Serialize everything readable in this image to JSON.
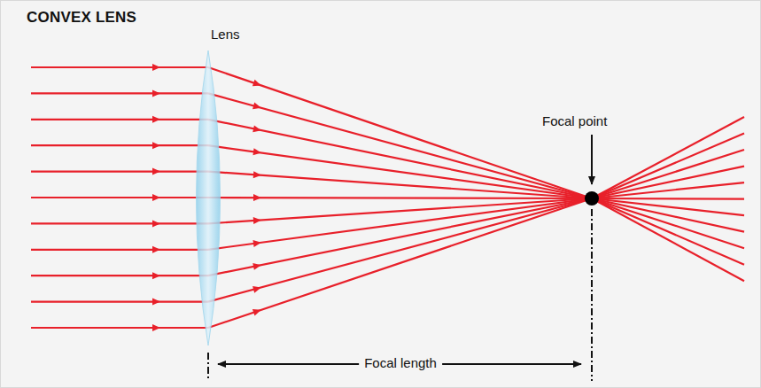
{
  "diagram": {
    "title": "CONVEX LENS",
    "labels": [
      "Lens",
      "Focal point",
      "Focal length"
    ]
  }
}
